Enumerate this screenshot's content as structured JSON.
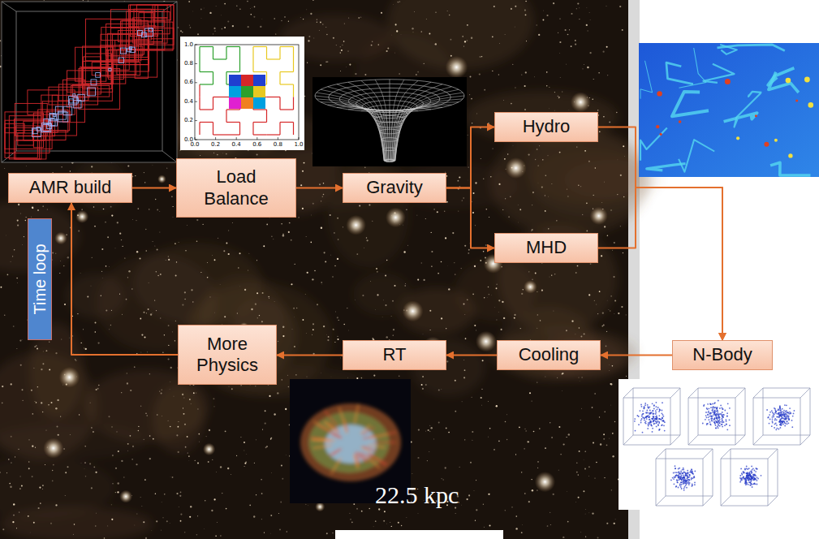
{
  "diagram": {
    "nodes": [
      {
        "text": [
          "AMR build"
        ]
      },
      {
        "text": [
          "Load Balance"
        ]
      },
      {
        "text": [
          "Gravity"
        ]
      },
      {
        "text": [
          "Hydro"
        ]
      },
      {
        "text": [
          "MHD"
        ]
      },
      {
        "text": [
          "N-Body"
        ]
      },
      {
        "text": [
          "Cooling"
        ]
      },
      {
        "text": [
          "RT"
        ]
      },
      {
        "text": [
          "More Physics"
        ]
      }
    ],
    "edges": [
      {
        "from": 0,
        "to": 1,
        "arrow": "to"
      },
      {
        "from": 1,
        "to": 2,
        "arrow": "to"
      },
      {
        "from": 2,
        "to": 3,
        "arrow": "to"
      },
      {
        "from": 2,
        "to": 4,
        "arrow": "to"
      },
      {
        "from": 3,
        "to": 5,
        "arrow": "to"
      },
      {
        "from": 4,
        "to": 5,
        "arrow": "to"
      },
      {
        "from": 5,
        "to": 6,
        "arrow": "to"
      },
      {
        "from": 6,
        "to": 7,
        "arrow": "to"
      },
      {
        "from": 7,
        "to": 8,
        "arrow": "to"
      },
      {
        "from": 8,
        "to": 0,
        "label": "Time loop",
        "arrow": "to"
      }
    ],
    "labels": [
      "22.5 kpc",
      "1.0",
      "0.8",
      "0.6",
      "0.4",
      "0.2",
      "0.0",
      "0.0",
      "0.2",
      "0.4",
      "0.6",
      "0.8",
      "1.0"
    ]
  }
}
